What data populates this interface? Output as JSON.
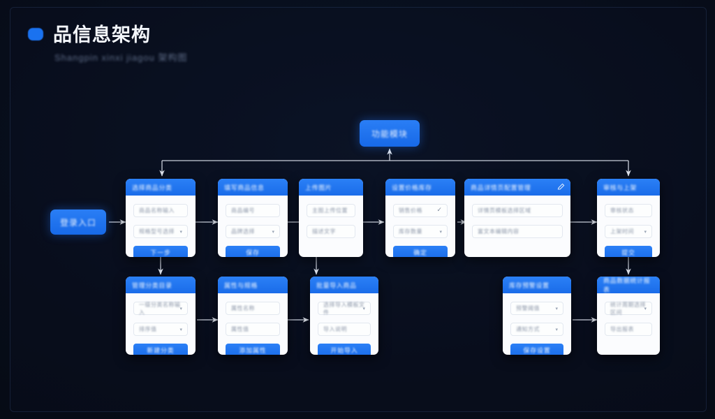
{
  "header": {
    "bullet_icon": "blue-dot-icon",
    "title": "品信息架构",
    "subtitle": "Shangpin xinxi jiagou 架构图"
  },
  "theme": {
    "background": "#070d1a",
    "accent": "#1a72f0",
    "card_bg": "#fbfcfe",
    "wire_color": "#c9cfdb"
  },
  "diagram": {
    "root_node": {
      "label": "功能模块"
    },
    "entry_node": {
      "label": "登录入口"
    },
    "top_row": [
      {
        "header": "选择商品分类",
        "header_icon": null,
        "fields": [
          {
            "value": "商品名称输入",
            "affordance": "none"
          },
          {
            "value": "规格型号选择",
            "affordance": "caret"
          }
        ],
        "button": "下一步"
      },
      {
        "header": "填写商品信息",
        "header_icon": null,
        "fields": [
          {
            "value": "商品编号",
            "affordance": "none"
          },
          {
            "value": "品牌选择",
            "affordance": "caret"
          }
        ],
        "button": "保存"
      },
      {
        "header": "上传图片",
        "header_icon": null,
        "fields": [
          {
            "value": "主图上传位置",
            "affordance": "none"
          },
          {
            "value": "描述文字",
            "affordance": "none"
          }
        ],
        "button": null
      },
      {
        "header": "设置价格库存",
        "header_icon": null,
        "fields": [
          {
            "value": "销售价格",
            "affordance": "check"
          },
          {
            "value": "库存数量",
            "affordance": "caret"
          }
        ],
        "button": "确定"
      },
      {
        "header": "商品详情页配置管理",
        "header_icon": "pencil-icon",
        "fields": [
          {
            "value": "详情页模板选择区域",
            "affordance": "none"
          },
          {
            "value": "富文本编辑内容",
            "affordance": "none"
          }
        ],
        "button": null
      },
      {
        "header": "审核与上架",
        "header_icon": null,
        "fields": [
          {
            "value": "审核状态",
            "affordance": "none"
          },
          {
            "value": "上架时间",
            "affordance": "caret"
          }
        ],
        "button": "提交"
      }
    ],
    "bottom_row": [
      {
        "header": "管理分类目录",
        "fields": [
          {
            "value": "一级分类名称输入",
            "affordance": "caret"
          },
          {
            "value": "排序值",
            "affordance": "caret"
          }
        ],
        "button": "新建分类"
      },
      {
        "header": "属性与规格",
        "fields": [
          {
            "value": "属性名称",
            "affordance": "none"
          },
          {
            "value": "属性值",
            "affordance": "none"
          }
        ],
        "button": "添加属性"
      },
      {
        "header": "批量导入商品",
        "fields": [
          {
            "value": "选择导入模板文件",
            "affordance": "caret"
          },
          {
            "value": "导入说明",
            "affordance": "none"
          }
        ],
        "button": "开始导入"
      },
      {
        "header": "库存预警设置",
        "fields": [
          {
            "value": "预警阈值",
            "affordance": "caret"
          },
          {
            "value": "通知方式",
            "affordance": "caret"
          }
        ],
        "button": "保存设置"
      },
      {
        "header": "商品数据统计报表",
        "fields": [
          {
            "value": "统计周期选择区间",
            "affordance": "caret"
          },
          {
            "value": "导出报表",
            "affordance": "none"
          }
        ],
        "button": null
      }
    ]
  }
}
